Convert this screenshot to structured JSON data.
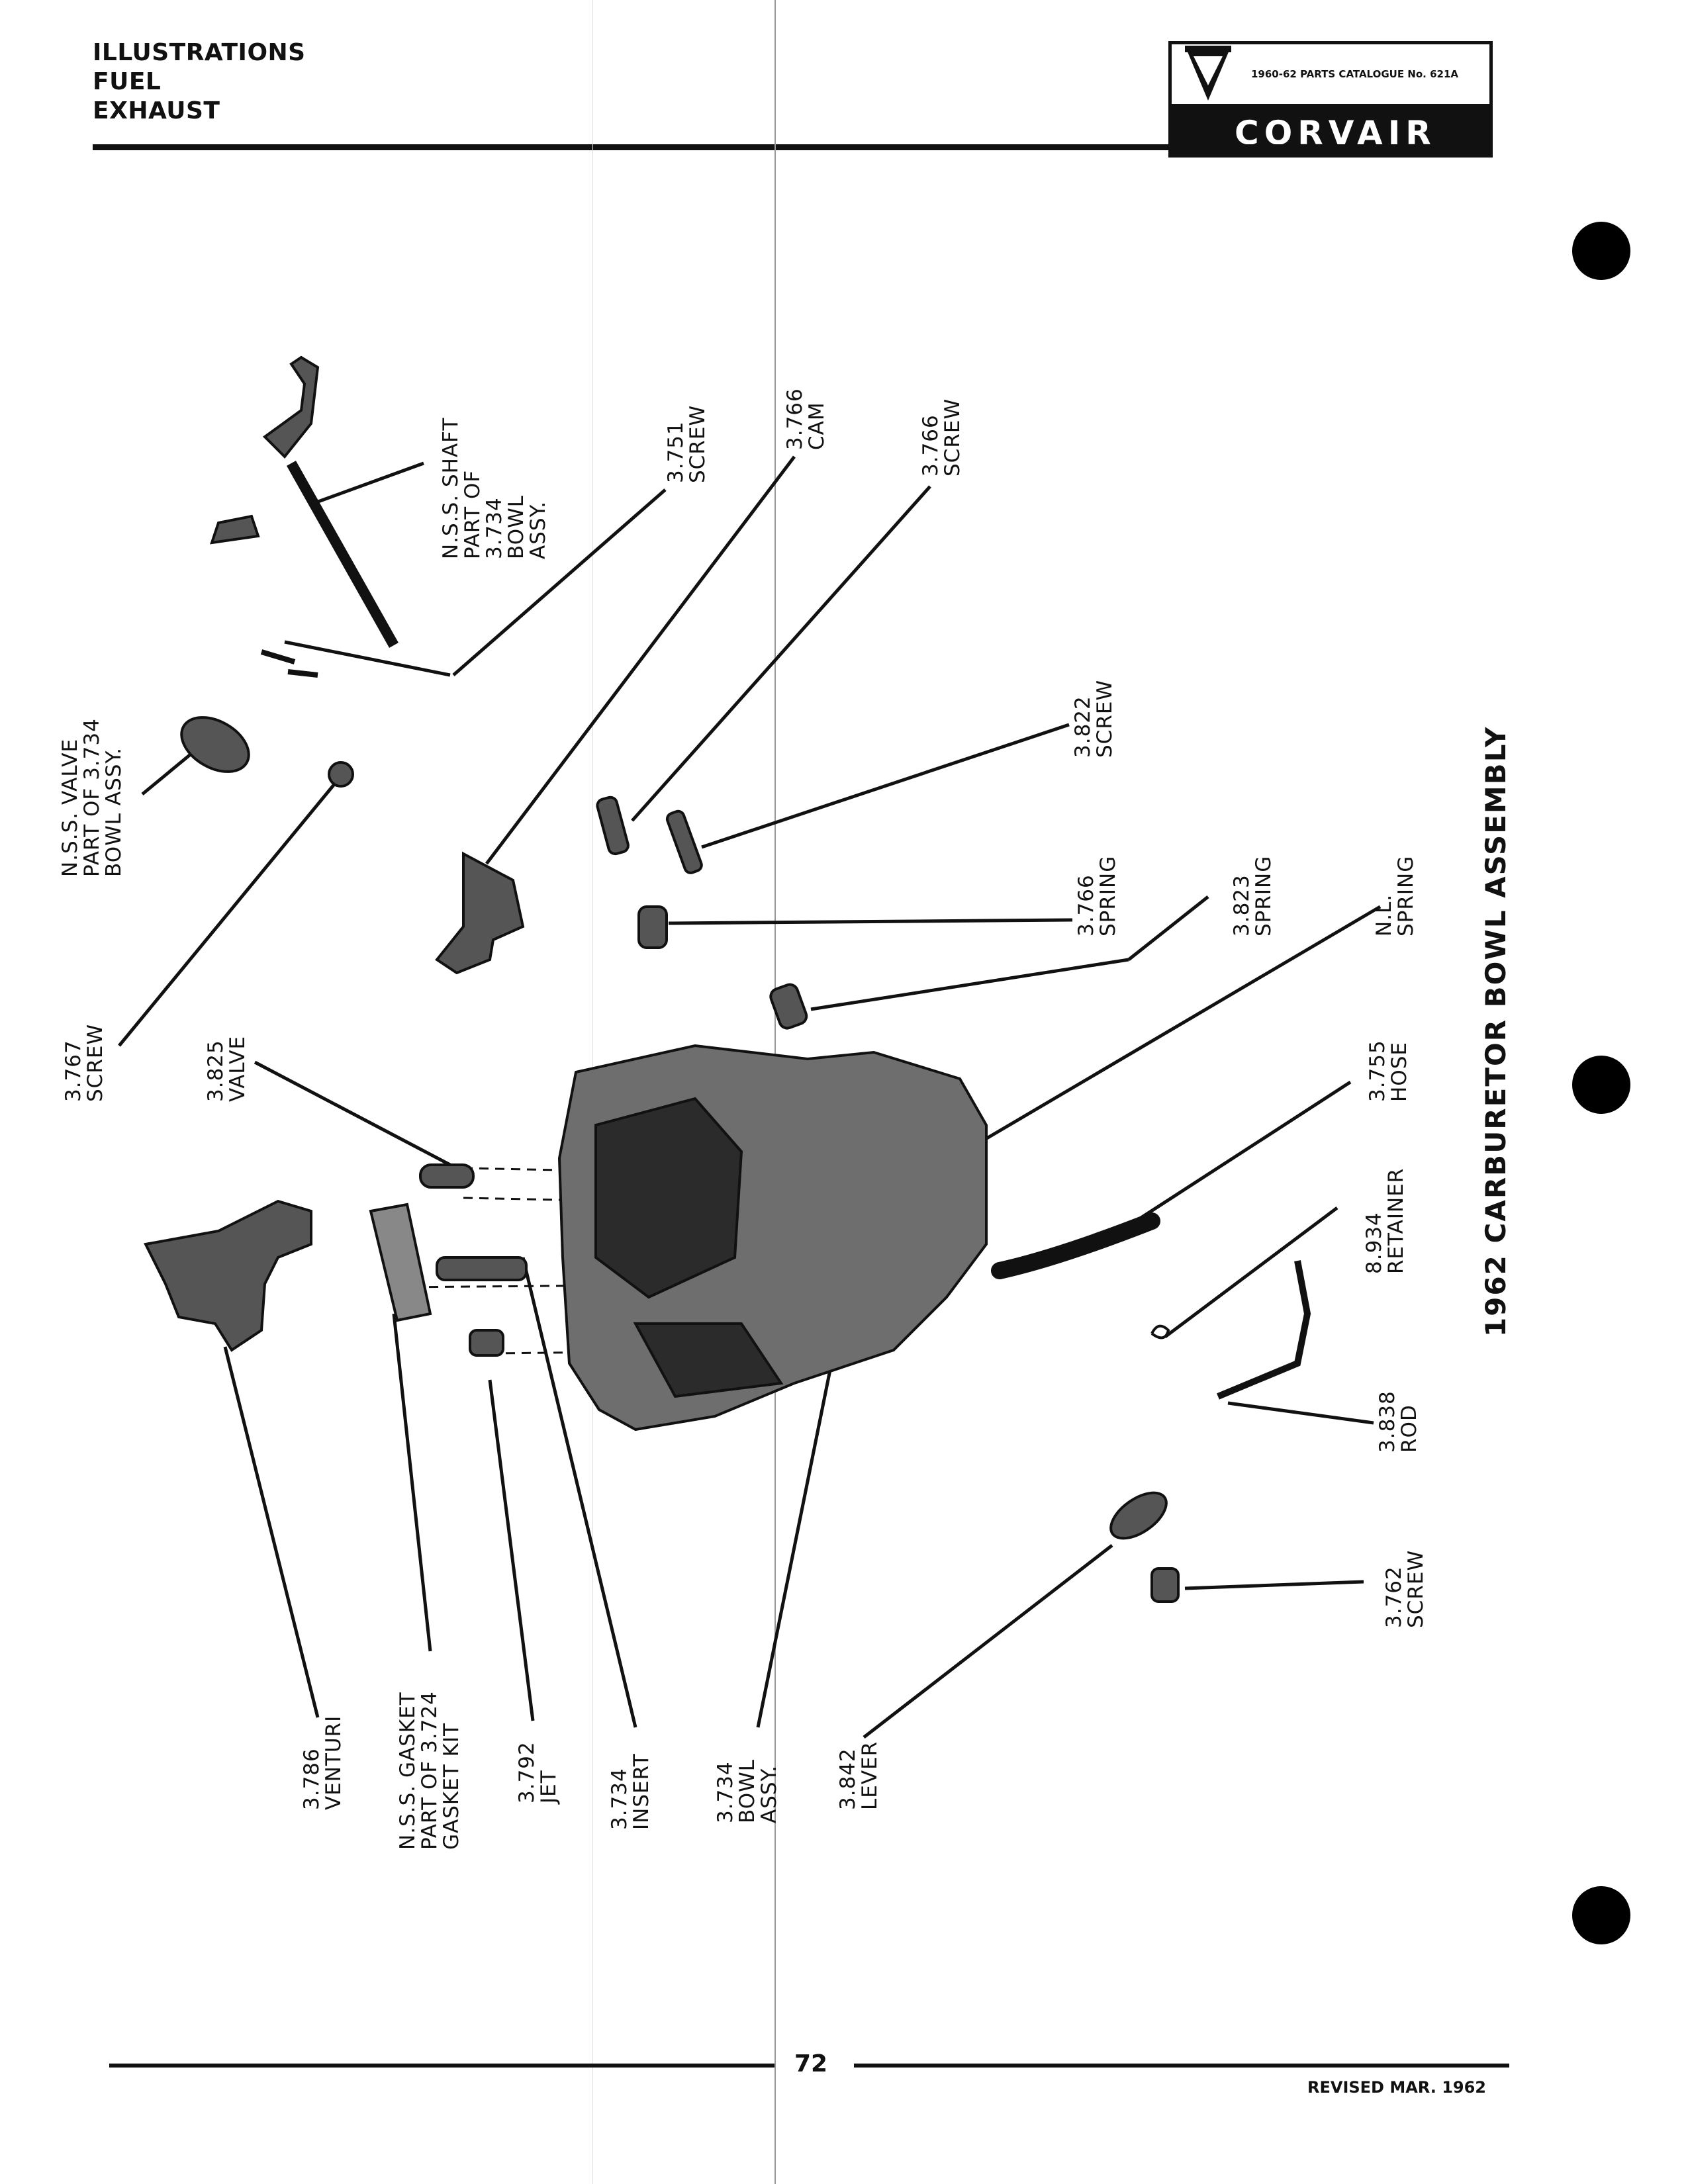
{
  "header": {
    "lines": [
      "ILLUSTRATIONS",
      "FUEL",
      "EXHAUST"
    ],
    "catalogue": "1960-62 PARTS CATALOGUE No. 621A",
    "brand": "CORVAIR"
  },
  "title": "1962 CARBURETOR BOWL ASSEMBLY",
  "callouts": {
    "shaft": "N.S.S. SHAFT\nPART OF\n3.734\nBOWL\nASSY.",
    "screw_3751": "3.751\nSCREW",
    "cam_3766": "3.766\nCAM",
    "screw_3766": "3.766\nSCREW",
    "valve_nss": "N.S.S. VALVE\nPART OF 3.734\nBOWL ASSY.",
    "screw_3822": "3.822\nSCREW",
    "spring_3766": "3.766\nSPRING",
    "spring_3823": "3.823\nSPRING",
    "spring_nl": "N.L.\nSPRING",
    "screw_3767": "3.767\nSCREW",
    "valve_3825": "3.825\nVALVE",
    "hose_3755": "3.755\nHOSE",
    "retainer_8934": "8.934\nRETAINER",
    "rod_3838": "3.838\nROD",
    "screw_3762": "3.762\nSCREW",
    "venturi_3786": "3.786\nVENTURI",
    "gasket_nss": "N.S.S. GASKET\nPART OF 3.724\nGASKET KIT",
    "jet_3792": "3.792\nJET",
    "insert_3734": "3.734\nINSERT",
    "bowl_3734": "3.734\nBOWL\nASSY.",
    "lever_3842": "3.842\nLEVER"
  },
  "footer": {
    "page": "72",
    "revised": "REVISED MAR. 1962"
  }
}
